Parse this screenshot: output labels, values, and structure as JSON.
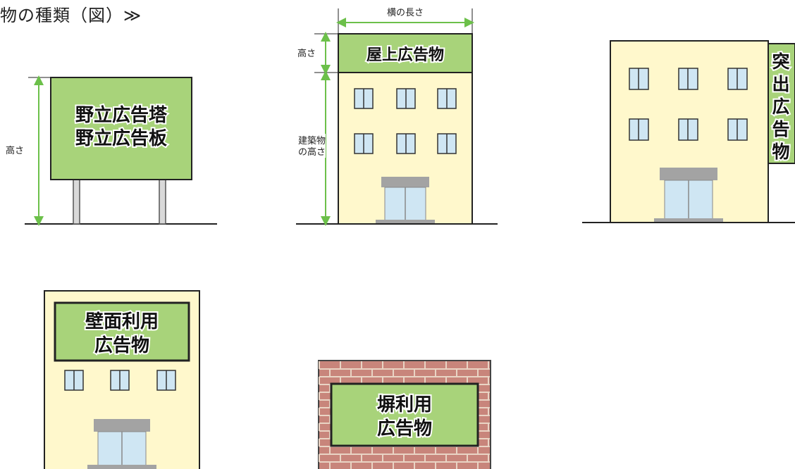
{
  "header": {
    "title": "物の種類（図）≫"
  },
  "pillar_sign": {
    "sign_line1": "野立広告塔",
    "sign_line2": "野立広告板",
    "height_label": "高さ"
  },
  "rooftop_sign": {
    "width_label": "横の長さ",
    "sign_label": "屋上広告物",
    "sign_height_label": "高さ",
    "building_height_line1": "建築物",
    "building_height_line2": "の高さ"
  },
  "projecting_sign": {
    "chars": [
      "突",
      "出",
      "広",
      "告",
      "物"
    ]
  },
  "wall_sign": {
    "line1": "壁面利用",
    "line2": "広告物"
  },
  "fence_sign": {
    "line1": "塀利用",
    "line2": "広告物"
  },
  "colors": {
    "sign_green": "#a8d37a",
    "building": "#fff8cc",
    "window": "#cfe6f3",
    "arrow": "#6cc04a",
    "canopy": "#a3a3a3",
    "brick": "#c8857b",
    "mortar": "#e9d4c4"
  }
}
